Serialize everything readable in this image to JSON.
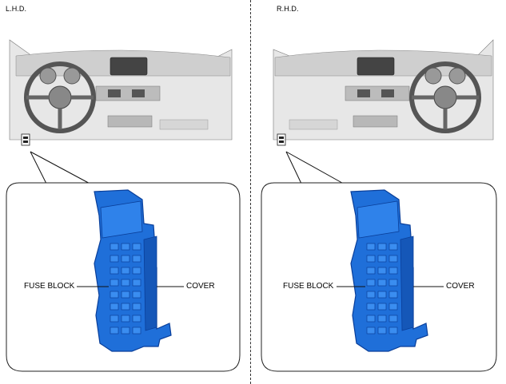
{
  "panels": [
    {
      "id": "lhd",
      "title": "L.H.D.",
      "left_callout": "FUSE BLOCK",
      "right_callout": "COVER"
    },
    {
      "id": "rhd",
      "title": "R.H.D.",
      "left_callout": "FUSE BLOCK",
      "right_callout": "COVER"
    }
  ],
  "colors": {
    "fuse_block": "#1f6fd9",
    "fuse_dark": "#0a3f9a",
    "dash_gray": "#bdbdbd",
    "line": "#111111"
  }
}
